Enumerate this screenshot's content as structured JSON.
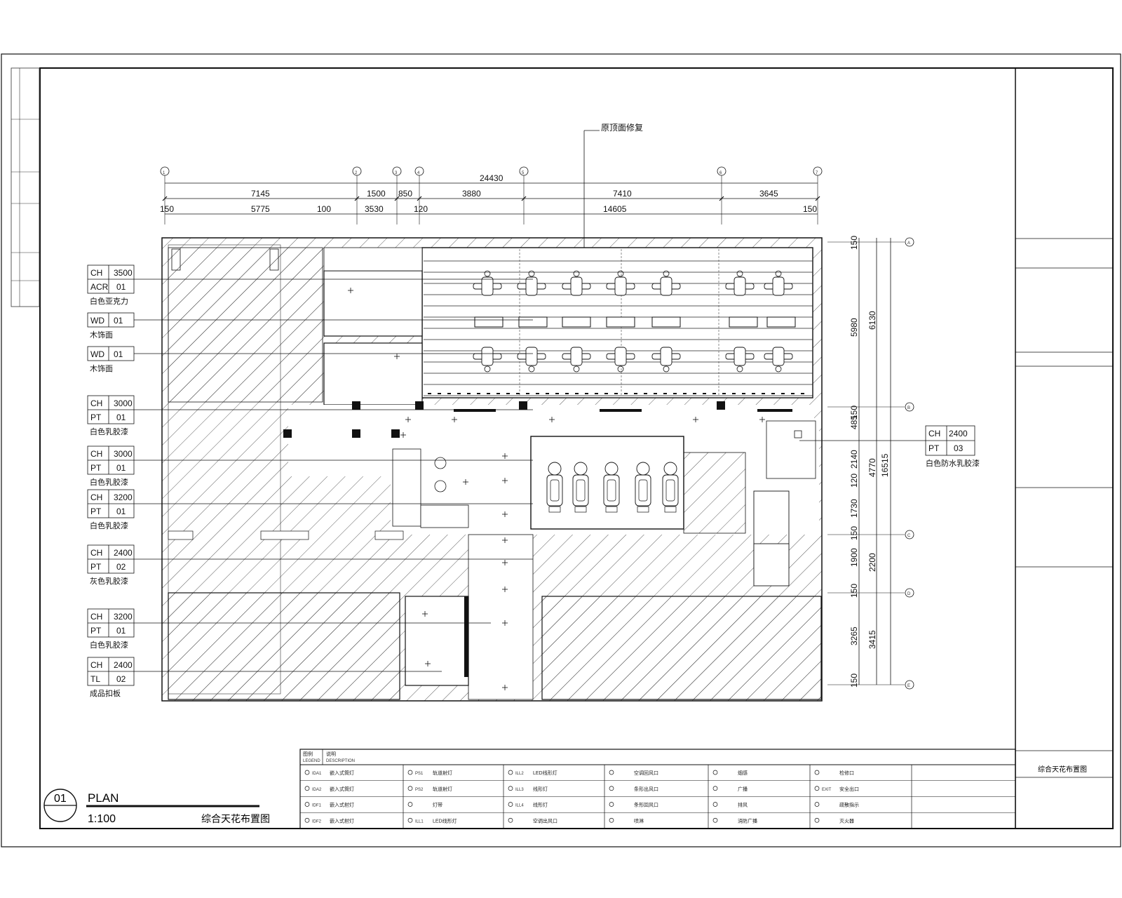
{
  "drawing": {
    "annotation_top": "原顶面修复",
    "plan_number": "01",
    "plan_label": "PLAN",
    "scale": "1:100",
    "plan_title": "综合天花布置图"
  },
  "grid": {
    "axes": [
      "1",
      "2",
      "3",
      "4",
      "5",
      "6",
      "7"
    ],
    "rows": [
      "A",
      "B",
      "C",
      "D",
      "E"
    ],
    "total": "24430",
    "spans": [
      "7145",
      "1500",
      "850",
      "3880",
      "7410",
      "3645"
    ],
    "clear": [
      "150",
      "5775",
      "100",
      "3530",
      "120",
      "14605",
      "150"
    ],
    "vertical_outer": [
      "6130",
      "4770",
      "16515"
    ],
    "vertical_mid": [
      "2200",
      "3415"
    ],
    "vertical_inner": [
      "150",
      "5980",
      "150",
      "485",
      "2140",
      "120",
      "1730",
      "150",
      "1900",
      "150",
      "3265",
      "150"
    ]
  },
  "ceiling_tags": [
    {
      "h": "CH",
      "hv": "3500",
      "m": "ACR",
      "mv": "01",
      "label": "白色亚克力"
    },
    {
      "h": "WD",
      "hv": "01",
      "label": "木饰面"
    },
    {
      "h": "WD",
      "hv": "01",
      "label": "木饰面"
    },
    {
      "h": "CH",
      "hv": "3000",
      "m": "PT",
      "mv": "01",
      "label": "白色乳胶漆"
    },
    {
      "h": "CH",
      "hv": "3000",
      "m": "PT",
      "mv": "01",
      "label": "白色乳胶漆"
    },
    {
      "h": "CH",
      "hv": "3200",
      "m": "PT",
      "mv": "01",
      "label": "白色乳胶漆"
    },
    {
      "h": "CH",
      "hv": "2400",
      "m": "PT",
      "mv": "02",
      "label": "灰色乳胶漆"
    },
    {
      "h": "CH",
      "hv": "3200",
      "m": "PT",
      "mv": "01",
      "label": "白色乳胶漆"
    },
    {
      "h": "CH",
      "hv": "2400",
      "m": "TL",
      "mv": "02",
      "label": "成品扣板"
    }
  ],
  "right_tag": {
    "h": "CH",
    "hv": "2400",
    "m": "PT",
    "mv": "03",
    "label": "白色防水乳胶漆"
  },
  "legend": {
    "head_a": "图例",
    "head_a2": "LEGEND",
    "head_b": "说明",
    "head_b2": "DESCRIPTION",
    "items": [
      {
        "code": "IDA1",
        "text": "嵌入式筒灯"
      },
      {
        "code": "IDA2",
        "text": "嵌入式筒灯"
      },
      {
        "code": "IDF1",
        "text": "嵌入式射灯"
      },
      {
        "code": "IDF2",
        "text": "嵌入式射灯"
      },
      {
        "code": "PS1",
        "text": "轨道射灯"
      },
      {
        "code": "PS2",
        "text": "轨道射灯"
      },
      {
        "code": "",
        "text": "灯带"
      },
      {
        "code": "ILL1",
        "text": "LED线形灯"
      },
      {
        "code": "ILL2",
        "text": "LED线形灯"
      },
      {
        "code": "ILL3",
        "text": "线形灯"
      },
      {
        "code": "ILL4",
        "text": "线形灯"
      },
      {
        "code": "",
        "text": "空调出风口"
      },
      {
        "code": "",
        "text": "空调回风口"
      },
      {
        "code": "",
        "text": "条形出风口"
      },
      {
        "code": "",
        "text": "条形回风口"
      },
      {
        "code": "",
        "text": "喷淋"
      },
      {
        "code": "",
        "text": "烟感"
      },
      {
        "code": "",
        "text": "广播"
      },
      {
        "code": "",
        "text": "排风"
      },
      {
        "code": "",
        "text": "消防广播"
      },
      {
        "code": "",
        "text": "检修口"
      },
      {
        "code": "EXIT",
        "text": "安全出口"
      },
      {
        "code": "",
        "text": "疏散指示"
      },
      {
        "code": "",
        "text": "灭火器"
      }
    ]
  },
  "titleblock": {
    "sheet_name": "综合天花布置图"
  }
}
